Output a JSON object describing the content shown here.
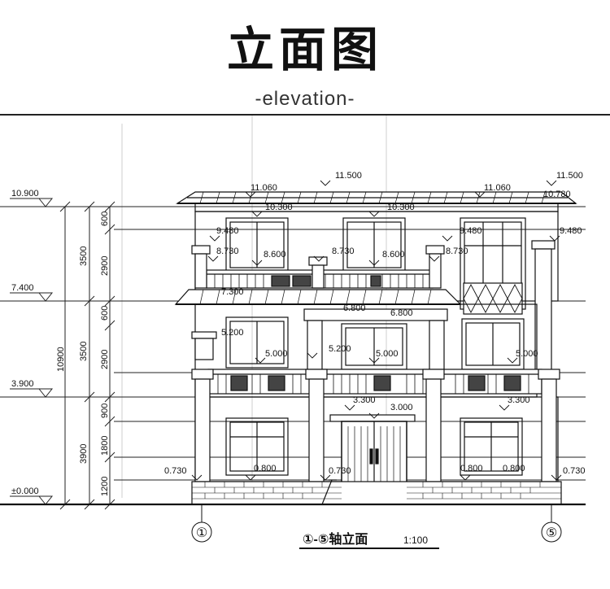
{
  "header": {
    "title": "立面图",
    "subtitle": "-elevation-"
  },
  "level_marks": {
    "left": [
      "10.900",
      "7.400",
      "3.900",
      "±0.000"
    ],
    "right_top": "11.500",
    "mid_top": "11.500",
    "eave_left": "11.060",
    "eave_right": "11.060",
    "eave_right2": "10.780",
    "eave_inner_left": "10.300",
    "eave_inner_right": "10.300",
    "window_top_left": "9.480",
    "window_top_right": "9.480",
    "window_top_mid": "9.480",
    "rail_left": "8.730",
    "rail_mid": "8.730",
    "rail_right": "8.730",
    "floor3_left": "8.600",
    "floor3_mid": "8.600",
    "roof2_left": "7.300",
    "roof2_mid": "6.800",
    "roof2_mid2": "6.800",
    "floor2_left": "5.000",
    "floor2_mid": "5.000",
    "floor2_right": "5.000",
    "floor2_mid2": "5.200",
    "small": "5.200",
    "ground_door_l": "3.300",
    "ground_door_m": "3.000",
    "ground_door_r": "3.300",
    "sill_left": "0.730",
    "sill_right": "0.730",
    "sill_door": "0.730",
    "sill_win_l": "0.800",
    "sill_win_r": "0.800",
    "sill_win_r2": "0.800"
  },
  "dimensions": {
    "outer_total": "10900",
    "outer_parts": [
      "3500",
      "3500",
      "3900"
    ],
    "inner_parts": [
      "600",
      "2900",
      "600",
      "2900",
      "900",
      "1800",
      "1200"
    ]
  },
  "axes": {
    "left": "①",
    "right": "⑤"
  },
  "caption": {
    "main": "①-⑤轴立面",
    "scale": "1:100"
  }
}
